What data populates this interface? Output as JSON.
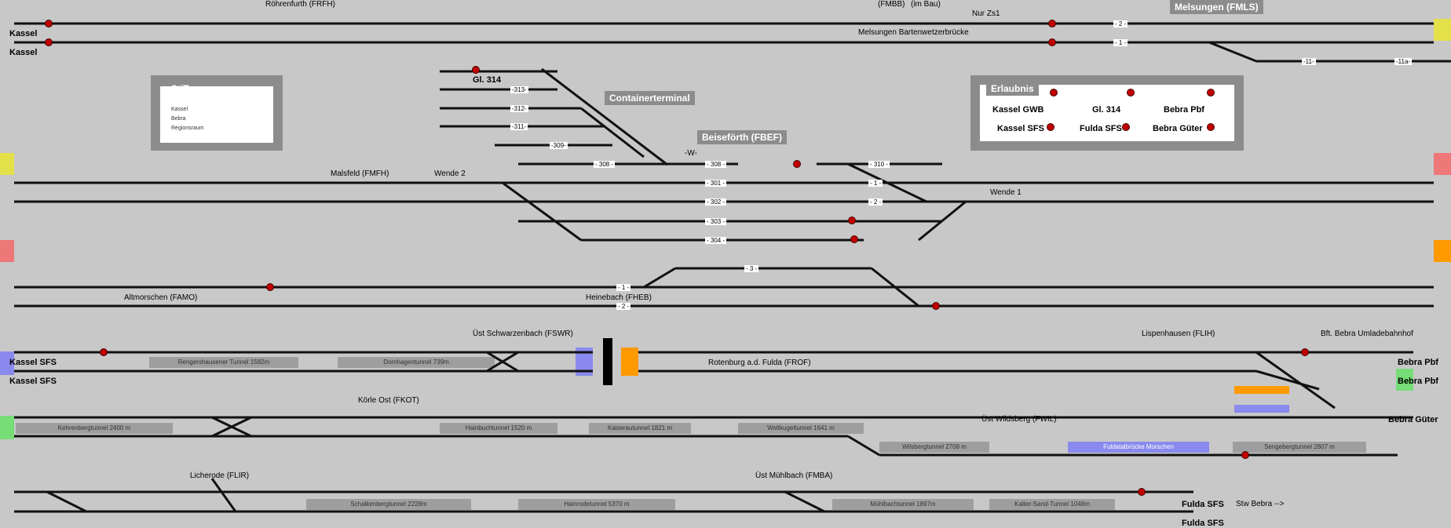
{
  "colors": {
    "background": "#c8c8c8",
    "track": "#111111",
    "signal_red": "#c00000",
    "panel_gray": "#8c8c8c",
    "edge_yellow": "#e4e04a",
    "edge_red": "#ee7777",
    "edge_orange": "#ff9900",
    "edge_blue": "#8a8aee",
    "edge_green": "#77dd77",
    "tunnel_gray": "#9e9e9e"
  },
  "header_stations": [
    {
      "id": "rohrenfurth",
      "text": "Röhrenfurth (FRFH)"
    },
    {
      "id": "fmbb",
      "text": "(FMBB)"
    },
    {
      "id": "imbau",
      "text": "(im Bau)"
    },
    {
      "id": "nurzs1",
      "text": "Nur Zs1"
    },
    {
      "id": "melsungen_bridge",
      "text": "Melsungen Bartenwetzerbrücke"
    },
    {
      "id": "melsungen",
      "text": "Melsungen (FMLS)"
    }
  ],
  "kassel_labels": [
    "Kassel",
    "Kassel"
  ],
  "stitz": {
    "title": "StiTz",
    "rows": [
      "Kassel",
      "Bebra",
      "Regionsraum"
    ]
  },
  "erlaubnis": {
    "title": "Erlaubnis",
    "items": [
      "Kassel GWB",
      "Gl. 314",
      "Bebra Pbf",
      "Kassel SFS",
      "Fulda SFS",
      "Bebra Güter"
    ]
  },
  "yard": {
    "gl314": "Gl. 314",
    "tracks": [
      "-313-",
      "-312-",
      "-311-",
      "-309-",
      "- 308 -"
    ],
    "containerterminal": "Containerterminal",
    "beiseforth": "Beiseförth (FBEF)",
    "w": "-W-"
  },
  "mid_labels": {
    "malsfeld": "Malsfeld (FMFH)",
    "wende2": "Wende 2",
    "wende1": "Wende 1",
    "t308": "- 308 -",
    "t310": "- 310 -",
    "t301": "- 301 -",
    "t1a": "- 1 -",
    "t302": "- 302 -",
    "t2a": "- 2 -",
    "t303": "- 303 -",
    "t304": "- 304 -",
    "t3": "- 3 -",
    "t1b": "- 1 -",
    "t2b": "- 2 -",
    "altmorschen": "Altmorschen (FAMO)",
    "heinebach": "Heinebach (FHEB)",
    "t2top": "- 2 -",
    "t1top": "- 1 -",
    "t11": "-11-",
    "t11a": "-11a-"
  },
  "lower_labels": {
    "schwarzenbach": "Üst Schwarzenbach (FSWR)",
    "lispenhausen": "Lispenhausen (FLIH)",
    "umlade": "Bft. Bebra Umladebahnhof",
    "rotenburg": "Rotenburg a.d. Fulda (FROF)",
    "korle": "Körle Ost (FKOT)",
    "wildsberg": "Üst Wildsberg (FWIL)",
    "licherode": "Licherode (FLIR)",
    "muhlbach": "Üst Mühlbach (FMBA)",
    "stw": "Stw Bebra -->"
  },
  "lower_destinations": [
    "Kassel SFS",
    "Kassel SFS",
    "Bebra Pbf",
    "Bebra Pbf",
    "Bebra Güter",
    "Fulda SFS",
    "Fulda SFS"
  ],
  "tunnels": [
    "Rengershausener Tunnel 1582m",
    "Dornhagentunnel 739m",
    "Kehrenbergtunnel 2400 m",
    "Hainbuchtunnel 1520 m",
    "Kaiserautunnel 1821 m",
    "Weltkugeltunnel 1641 m",
    "Wilsbergtunnel 2708 m",
    "Fuldatalbrücke Morschen",
    "Sengebergtunnel 2807 m",
    "Schalkenbergtunnel 2228m",
    "Hainrodetunnel 5370 m",
    "Mühlbachtunnel 1897m",
    "Kalter-Sand-Tunnel 1048m"
  ]
}
